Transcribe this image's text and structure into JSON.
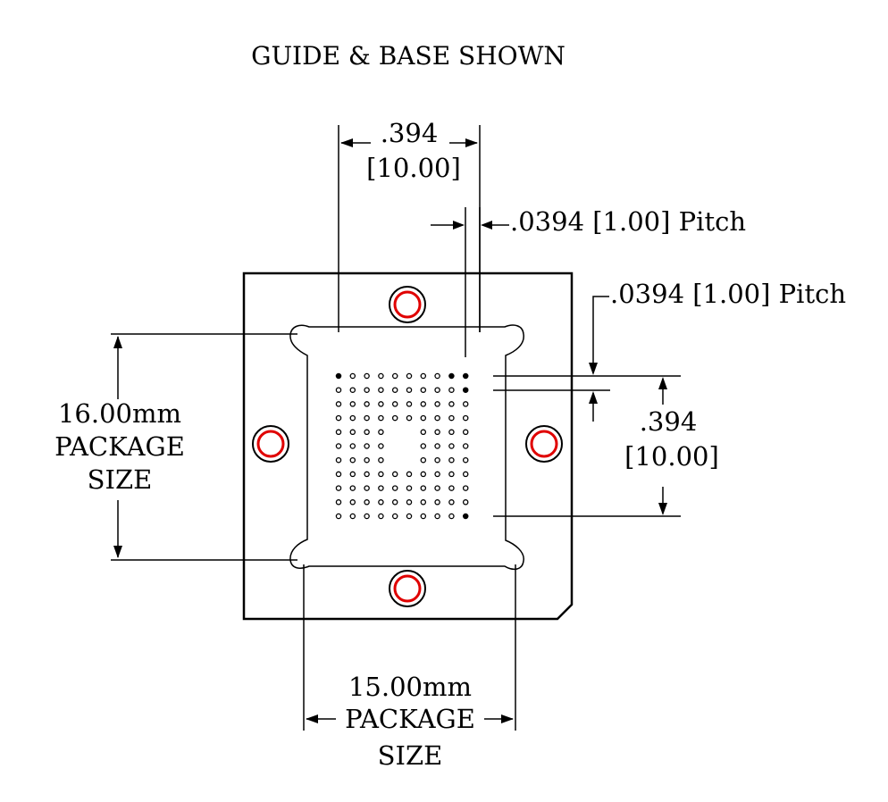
{
  "title": "GUIDE & BASE SHOWN",
  "dimensions": {
    "top_width_in": ".394",
    "top_width_mm": "[10.00]",
    "column_pitch": ".0394 [1.00] Pitch",
    "row_pitch": ".0394 [1.00] Pitch",
    "right_height_in": ".394",
    "right_height_mm": "[10.00]",
    "package_height": {
      "line1": "16.00mm",
      "line2": "PACKAGE",
      "line3": "SIZE"
    },
    "package_width": {
      "line1": "15.00mm",
      "line2": "PACKAGE",
      "line3": "SIZE"
    }
  },
  "ball_grid": {
    "columns": 10,
    "rows": 11,
    "depopulated_center": {
      "columns": [
        4,
        5
      ],
      "rows": [
        4,
        5,
        6
      ]
    },
    "filled_balls": [
      [
        0,
        0
      ],
      [
        8,
        0
      ],
      [
        9,
        0
      ],
      [
        9,
        1
      ],
      [
        9,
        10
      ]
    ]
  },
  "colors": {
    "line": "#000000",
    "mount_hole_ring": "#e00000"
  }
}
